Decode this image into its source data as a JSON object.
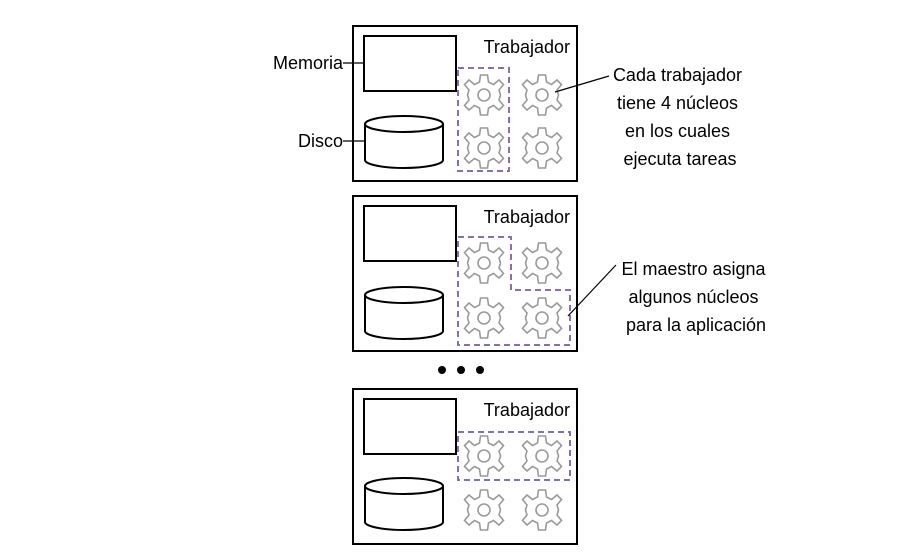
{
  "workers": [
    {
      "label": "Trabajador"
    },
    {
      "label": "Trabajador"
    },
    {
      "label": "Trabajador"
    }
  ],
  "labels": {
    "memory": "Memoria",
    "disk": "Disco"
  },
  "annotation_cores": [
    "Cada trabajador",
    "tiene 4 núcleos",
    "en los cuales",
    "ejecuta tareas"
  ],
  "annotation_master": [
    "El maestro asigna",
    "algunos núcleos",
    "para la aplicación"
  ],
  "colors": {
    "allocation_outline": "#8a6fa8",
    "gear": "#9a9a9a"
  }
}
